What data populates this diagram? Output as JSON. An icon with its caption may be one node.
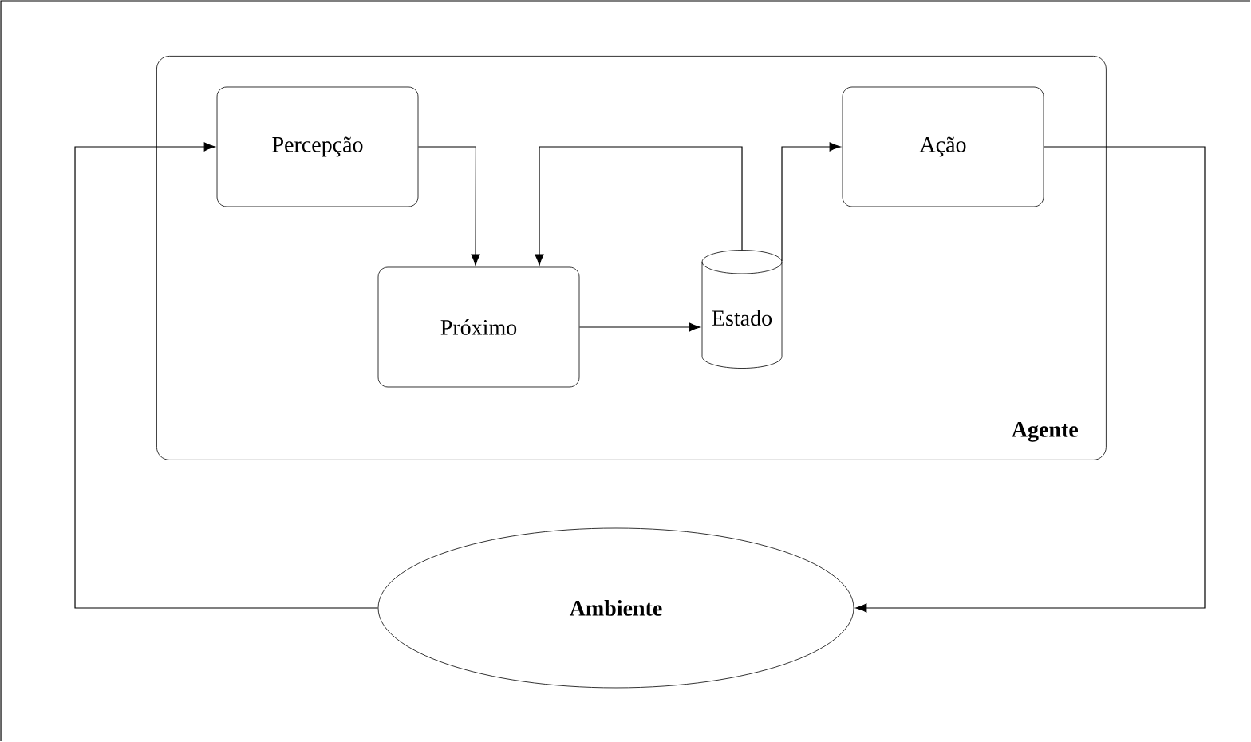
{
  "diagram": {
    "nodes": [
      {
        "text": [
          "Agente"
        ]
      },
      {
        "text": [
          "Percepção"
        ],
        "in": 0
      },
      {
        "text": [
          "Próximo"
        ],
        "in": 0
      },
      {
        "text": [
          "Estado"
        ],
        "in": 0
      },
      {
        "text": [
          "Ação"
        ],
        "in": 0
      },
      {
        "text": [
          "Ambiente"
        ]
      }
    ],
    "edges": [
      {
        "from": 5,
        "to": 1,
        "arrow": "to"
      },
      {
        "from": 1,
        "to": 2,
        "arrow": "to"
      },
      {
        "from": 3,
        "to": 2,
        "arrow": "to"
      },
      {
        "from": 2,
        "to": 3,
        "arrow": "to"
      },
      {
        "from": 3,
        "to": 4,
        "arrow": "to"
      },
      {
        "from": 4,
        "to": 5,
        "arrow": "to"
      }
    ]
  }
}
